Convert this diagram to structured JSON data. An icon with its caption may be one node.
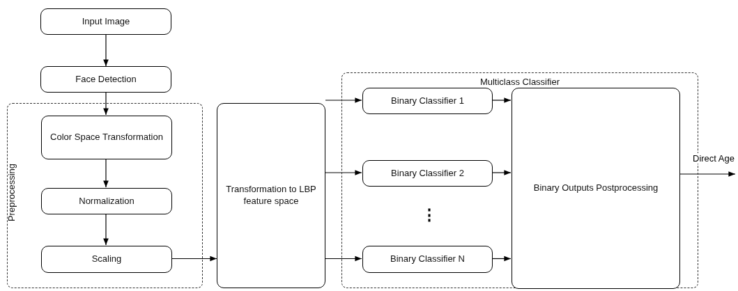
{
  "diagram": {
    "nodes": [
      {
        "text": [
          "Input Image"
        ]
      },
      {
        "text": [
          "Face Detection"
        ]
      },
      {
        "text": [
          "Preprocessing"
        ]
      },
      {
        "text": [
          "Color Space Transformation"
        ],
        "in": 2
      },
      {
        "text": [
          "Normalization"
        ],
        "in": 2
      },
      {
        "text": [
          "Scaling"
        ],
        "in": 2
      },
      {
        "text": [
          "Transformation to LBP feature space"
        ]
      },
      {
        "text": [
          "Multiclass Classifier"
        ]
      },
      {
        "text": [
          "Binary Classifier 1"
        ],
        "in": 7
      },
      {
        "text": [
          "Binary Classifier 2"
        ],
        "in": 7
      },
      {
        "text": [
          "Binary Classifier N"
        ],
        "in": 7
      },
      {
        "text": [
          "Binary Outputs Postprocessing"
        ],
        "in": 7
      }
    ],
    "edges": [
      {
        "from": 0,
        "to": 1,
        "arrow": "to"
      },
      {
        "from": 1,
        "to": 3,
        "arrow": "to"
      },
      {
        "from": 3,
        "to": 4,
        "arrow": "to"
      },
      {
        "from": 4,
        "to": 5,
        "arrow": "to"
      },
      {
        "from": 5,
        "to": 6,
        "arrow": "to"
      },
      {
        "from": 6,
        "to": 8,
        "arrow": "to"
      },
      {
        "from": 6,
        "to": 9,
        "arrow": "to"
      },
      {
        "from": 6,
        "to": 10,
        "arrow": "to"
      },
      {
        "from": 8,
        "to": 11,
        "arrow": "to"
      },
      {
        "from": 9,
        "to": 11,
        "arrow": "to"
      },
      {
        "from": 10,
        "to": 11,
        "arrow": "to"
      },
      {
        "from": 11,
        "to": null,
        "arrow": "to",
        "label": "Direct Age"
      }
    ],
    "labels": [
      "⋮"
    ]
  }
}
